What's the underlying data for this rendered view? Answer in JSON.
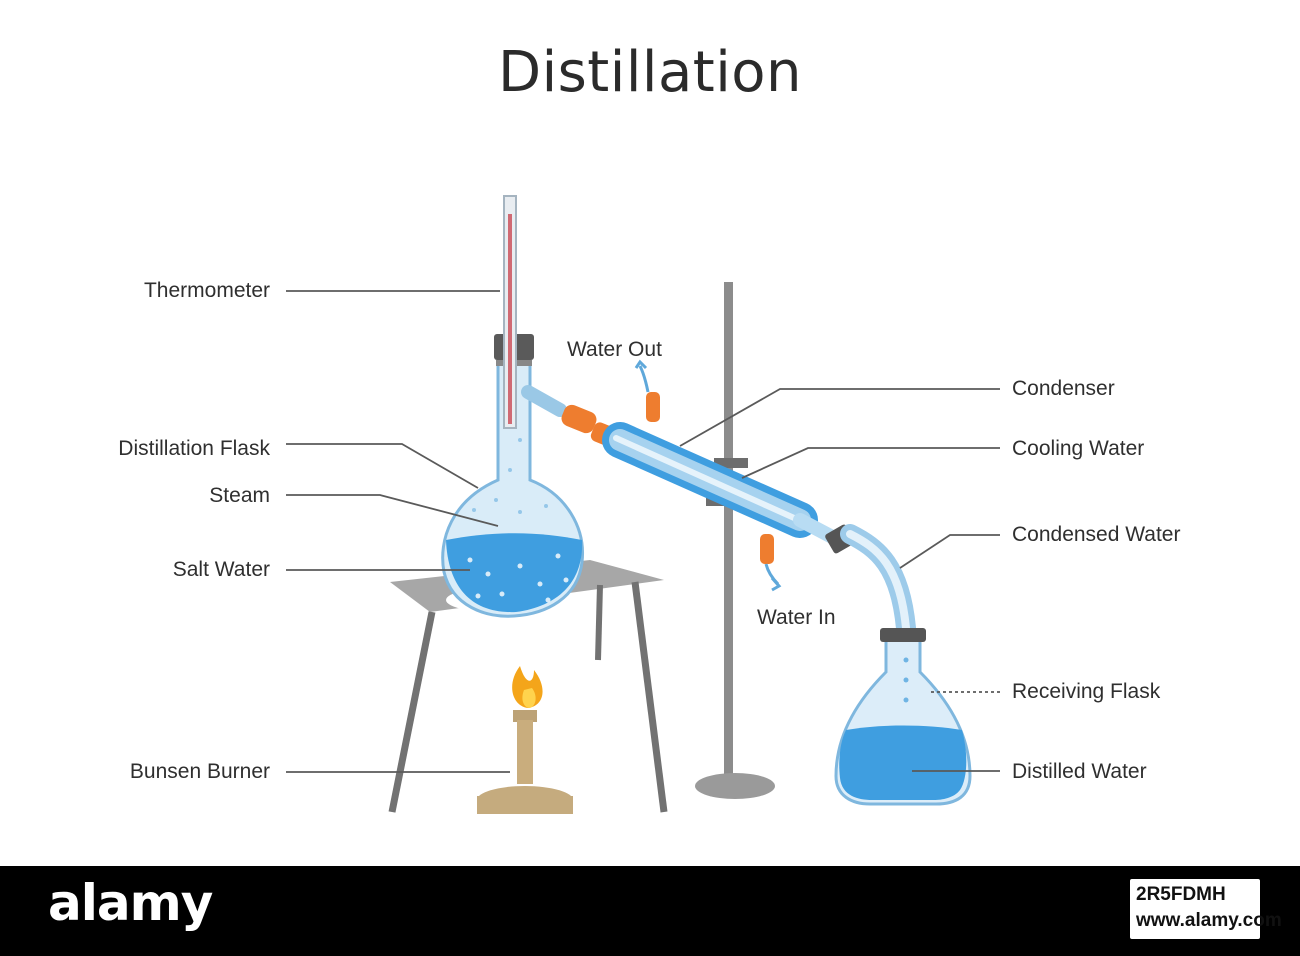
{
  "title": "Distillation",
  "labels": {
    "thermometer": "Thermometer",
    "distillation_flask": "Distillation Flask",
    "steam": "Steam",
    "salt_water": "Salt Water",
    "bunsen_burner": "Bunsen Burner",
    "water_out": "Water Out",
    "water_in": "Water In",
    "condenser": "Condenser",
    "cooling_water": "Cooling Water",
    "condensed_water": "Condensed Water",
    "receiving_flask": "Receiving Flask",
    "distilled_water": "Distilled Water"
  },
  "colors": {
    "water": "#3f9ee0",
    "glass": "#cfe7f7",
    "rubber": "#e97b2f",
    "stand": "#8a8a8a",
    "tripod_top": "#a3a3a3",
    "flame": "#f3a21b"
  },
  "footer": {
    "logo": "alamy",
    "image_id": "2R5FDMH",
    "site": "www.alamy.com"
  }
}
